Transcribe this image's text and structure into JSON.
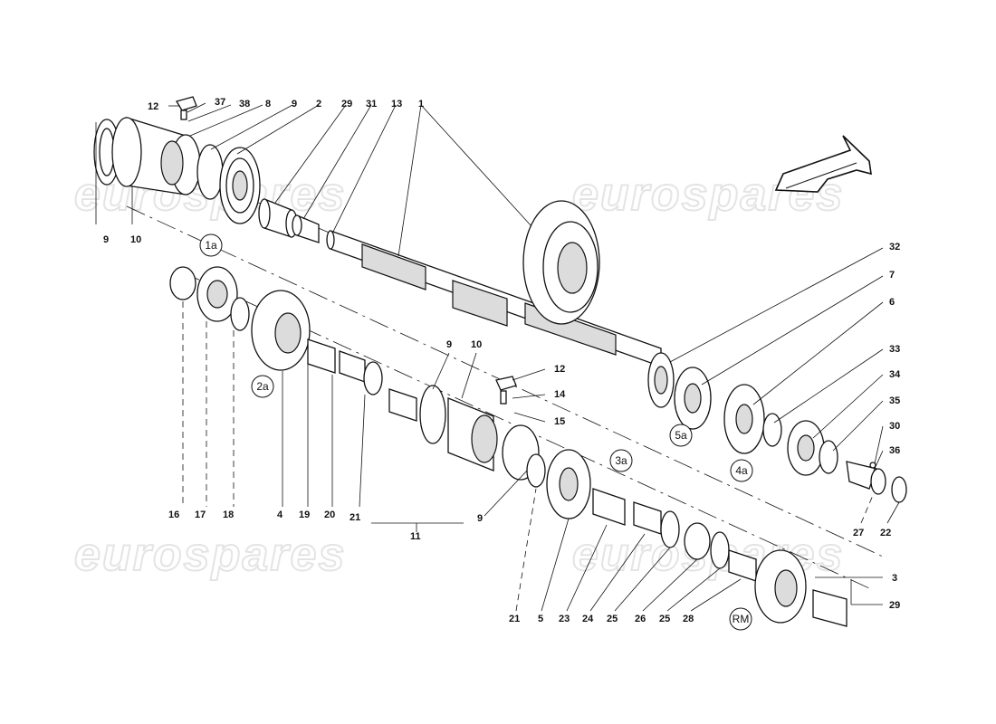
{
  "watermark": {
    "text": "eurospares"
  },
  "callouts_top": [
    "12",
    "37",
    "38",
    "8",
    "9",
    "2",
    "29",
    "31",
    "13",
    "1"
  ],
  "callouts_left": [
    "9",
    "10"
  ],
  "callouts_right": [
    "32",
    "7",
    "6",
    "33",
    "34",
    "35",
    "30",
    "36"
  ],
  "callouts_middle": [
    "9",
    "10",
    "12",
    "14",
    "15"
  ],
  "callouts_lower_left": [
    "16",
    "17",
    "18",
    "4",
    "19",
    "20",
    "21",
    "11",
    "9"
  ],
  "callouts_lower_right": [
    "21",
    "5",
    "23",
    "24",
    "25",
    "26",
    "25",
    "28",
    "27",
    "22",
    "3",
    "29"
  ],
  "reference_labels": [
    "1a",
    "2a",
    "3a",
    "4a",
    "5a",
    "RM"
  ]
}
